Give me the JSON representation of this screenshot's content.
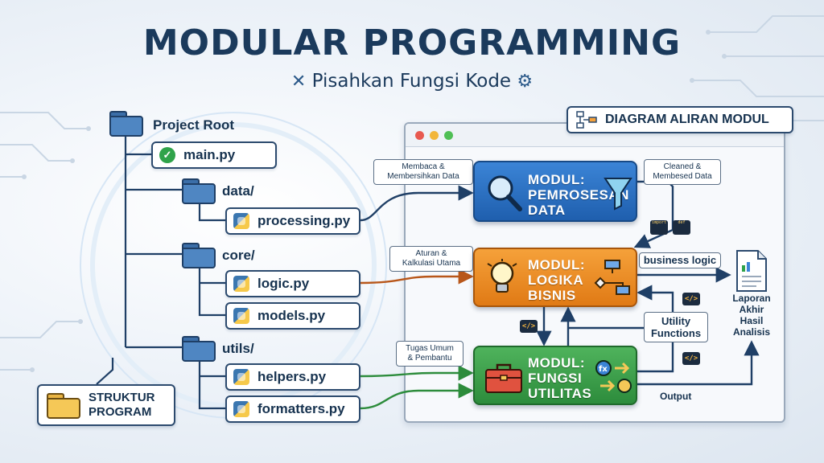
{
  "header": {
    "title": "MODULAR PROGRAMMING",
    "subtitle": "Pisahkan Fungsi Kode"
  },
  "tree": {
    "root": "Project Root",
    "main_file": "main.py",
    "folders": [
      {
        "name": "data/",
        "files": [
          "processing.py"
        ]
      },
      {
        "name": "core/",
        "files": [
          "logic.py",
          "models.py"
        ]
      },
      {
        "name": "utils/",
        "files": [
          "helpers.py",
          "formatters.py"
        ]
      }
    ],
    "legend_line1": "STRUKTUR",
    "legend_line2": "PROGRAM"
  },
  "diagram": {
    "label": "DIAGRAM ALIRAN MODUL",
    "modules": {
      "processing": {
        "line1": "MODUL:",
        "line2": "PEMROSESAN",
        "line3": "DATA"
      },
      "logic": {
        "line1": "MODUL:",
        "line2": "LOGIKA",
        "line3": "BISNIS"
      },
      "utility": {
        "line1": "MODUL:",
        "line2": "FUNGSI",
        "line3": "UTILITAS"
      }
    },
    "notes": {
      "read_clean_1": "Membaca &",
      "read_clean_2": "Membersihkan Data",
      "cleaned_1": "Cleaned &",
      "cleaned_2": "Membesed Data",
      "rules_1": "Aturan &",
      "rules_2": "Kalkulasi Utama",
      "tasks_1": "Tugas Umum",
      "tasks_2": "& Pembantu",
      "business_logic": "business logic",
      "utility_1": "Utility",
      "utility_2": "Functions"
    },
    "chips": {
      "import": "import",
      "def": "def",
      "code": "</>"
    },
    "report": [
      "Laporan",
      "Akhir",
      "Hasil",
      "Analisis"
    ],
    "output": "Output"
  },
  "colors": {
    "navy": "#1b3a5c",
    "blue_module": "#2a6fc0",
    "orange_module": "#ea8a22",
    "green_module": "#3a9e48",
    "line_navy": "#1f3f66",
    "line_orange": "#b8571a",
    "line_green": "#2d8c3c"
  }
}
